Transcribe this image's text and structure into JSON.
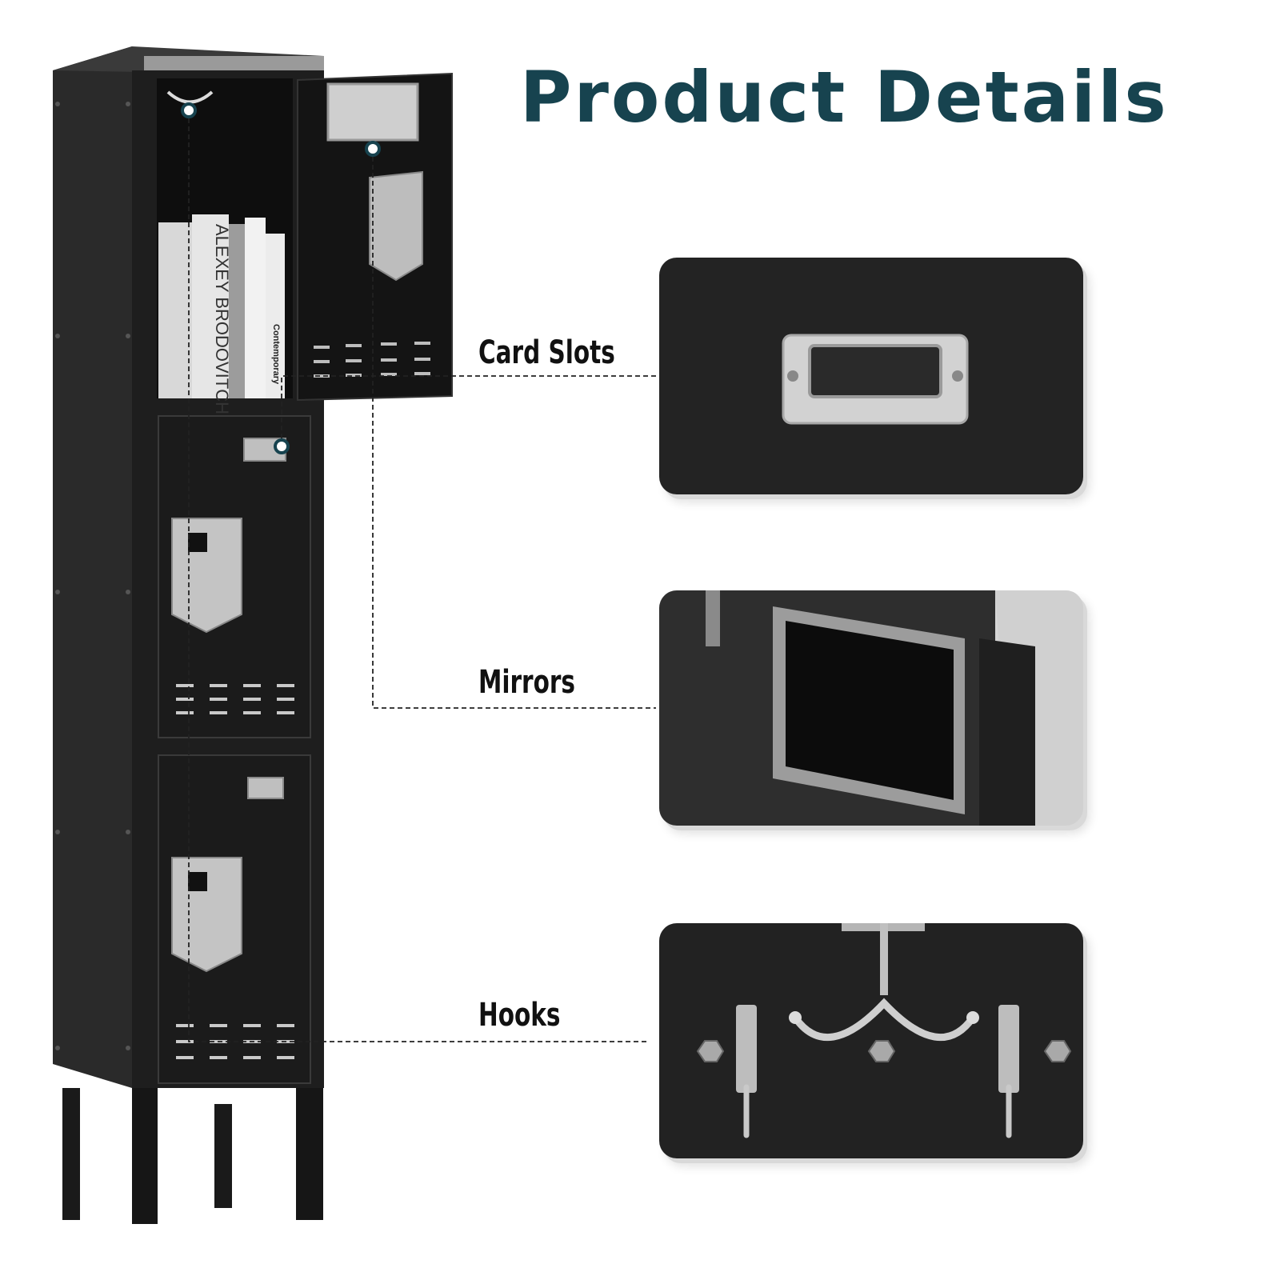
{
  "header": {
    "title": "Product Details"
  },
  "features": [
    {
      "label": "Card Slots",
      "icon": "card-slot-icon"
    },
    {
      "label": "Mirrors",
      "icon": "mirror-icon"
    },
    {
      "label": "Hooks",
      "icon": "hook-icon"
    }
  ],
  "locker": {
    "book_spines": [
      "ALEXEY BRODOVITCH",
      "Contemporary"
    ]
  },
  "colors": {
    "title": "#17434f",
    "locker": "#1f1f1f",
    "panel": "#222222",
    "metal": "#c9c9c9"
  }
}
